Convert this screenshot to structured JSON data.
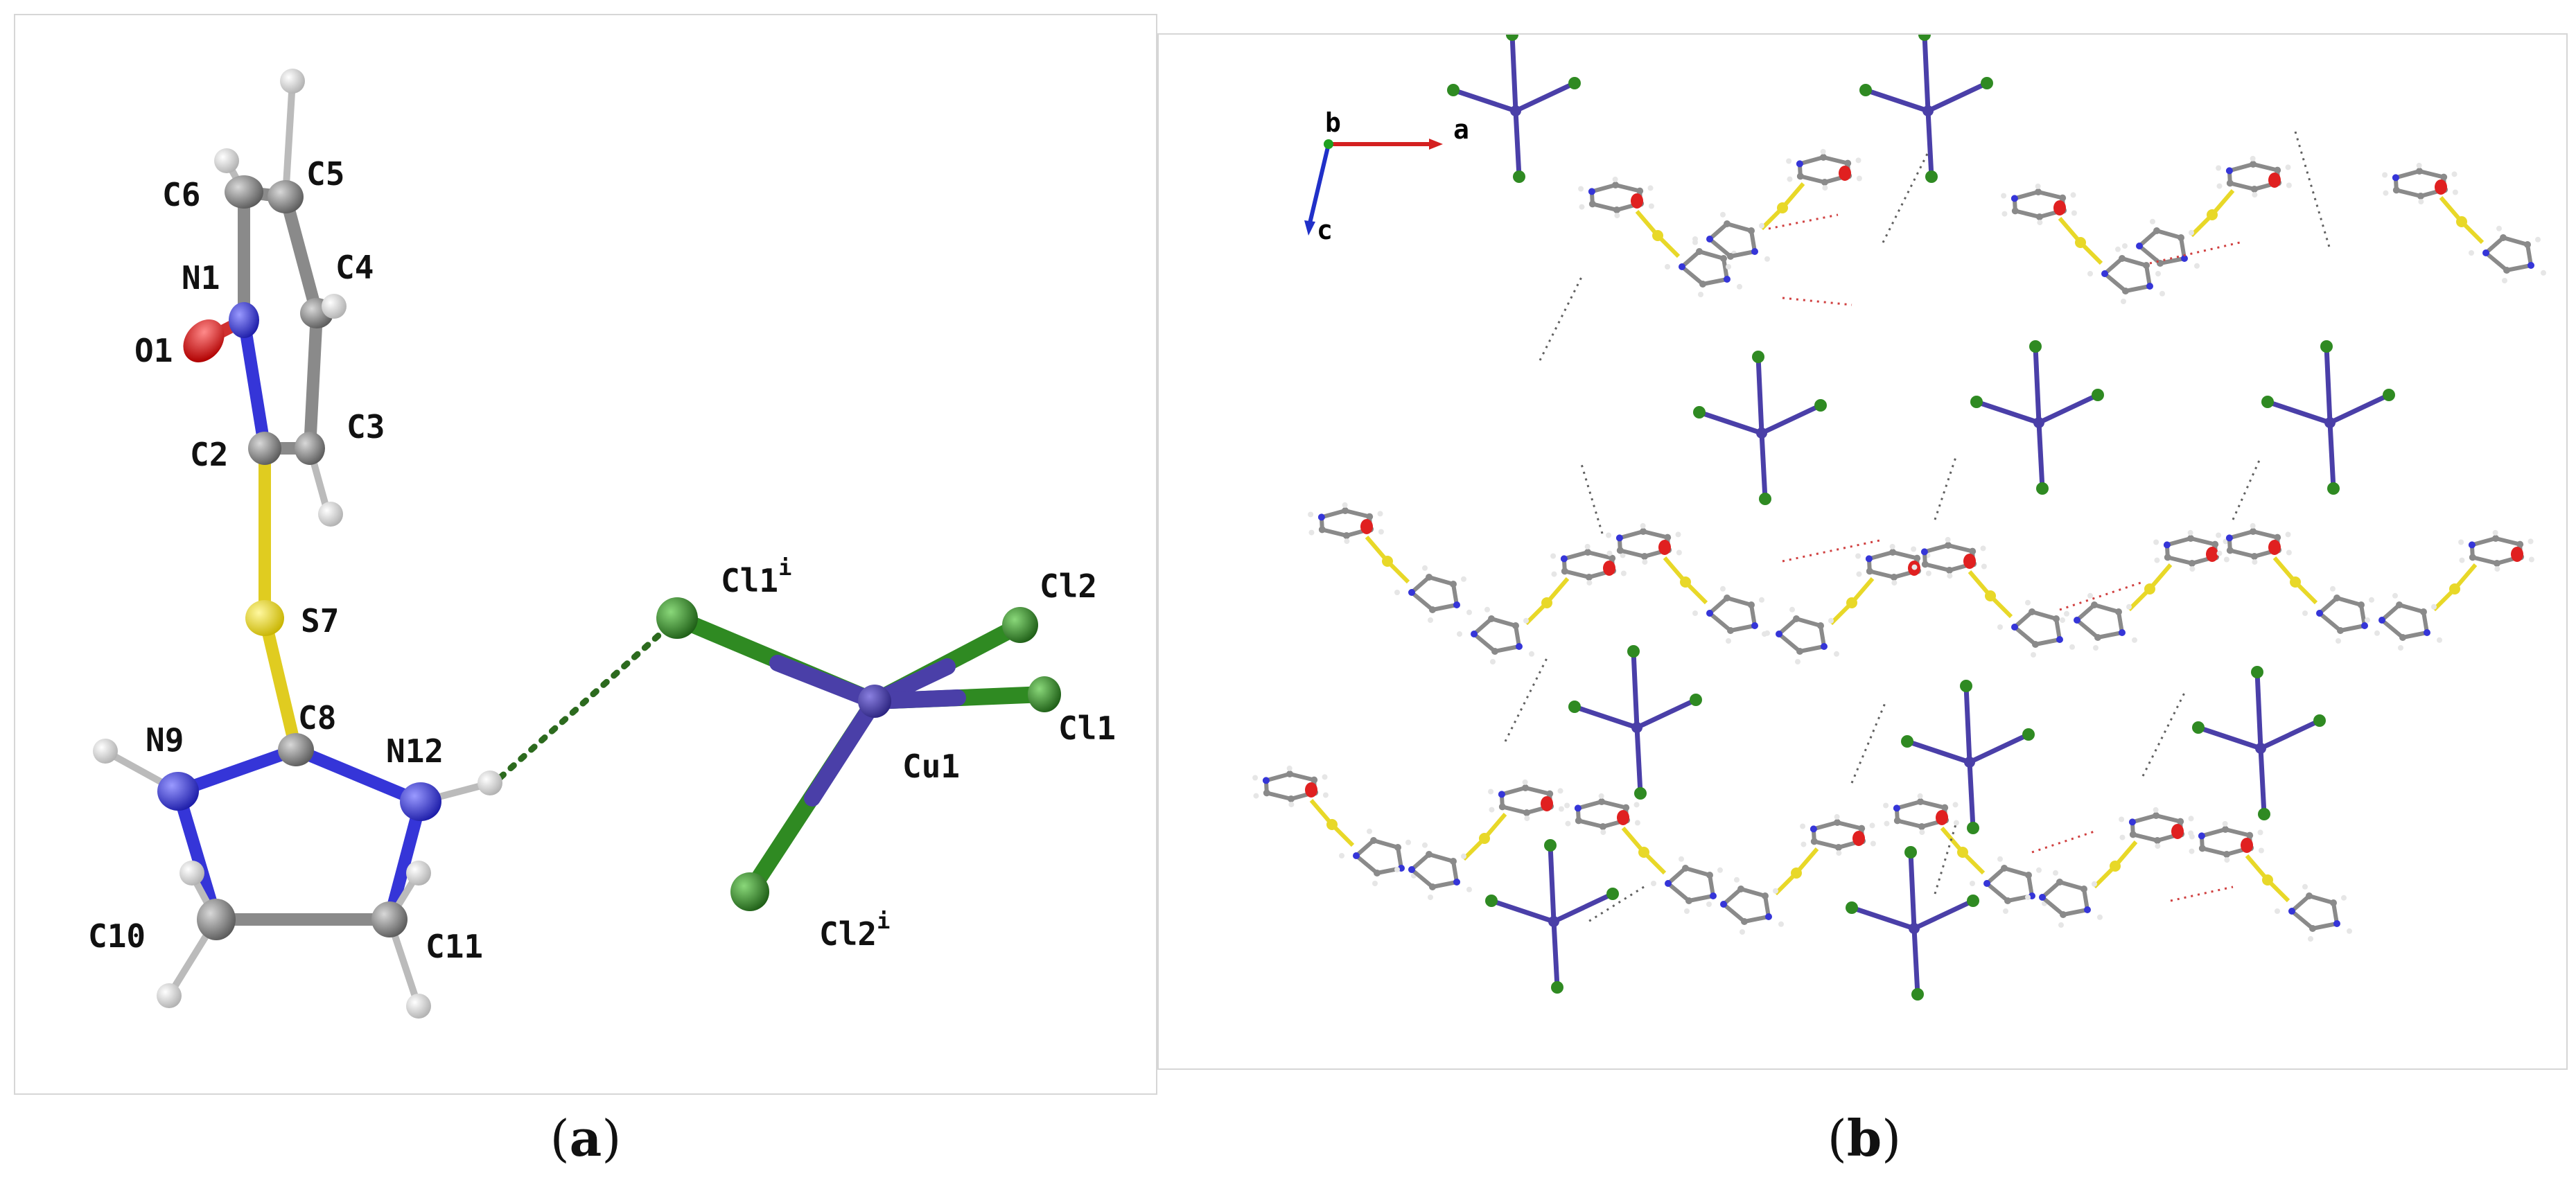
{
  "panel_a": {
    "caption": "a",
    "labels": {
      "c6": "C6",
      "c5": "C5",
      "n1": "N1",
      "c4": "C4",
      "o1": "O1",
      "c2": "C2",
      "c3": "C3",
      "s7": "S7",
      "n9": "N9",
      "c8": "C8",
      "n12": "N12",
      "c10": "C10",
      "c11": "C11",
      "cu1": "Cu1",
      "cl1i": "Cl1",
      "cl2": "Cl2",
      "cl1": "Cl1",
      "cl2i": "Cl2",
      "sym_op": "i"
    }
  },
  "panel_b": {
    "caption": "b",
    "axes": {
      "a": "a",
      "b": "b",
      "c": "c"
    }
  },
  "colors": {
    "carbon": "#8a8a8a",
    "nitrogen": "#3535d8",
    "oxygen": "#e02020",
    "sulfur": "#e8d828",
    "chlorine": "#2f8a22",
    "copper": "#4a3fa8",
    "hydrogen": "#e6e6e6",
    "hbond_green": "#2c6a1e",
    "hbond_red": "#d04040",
    "axis_a": "#d42020",
    "axis_c": "#2030c8",
    "axis_b": "#20a020"
  }
}
